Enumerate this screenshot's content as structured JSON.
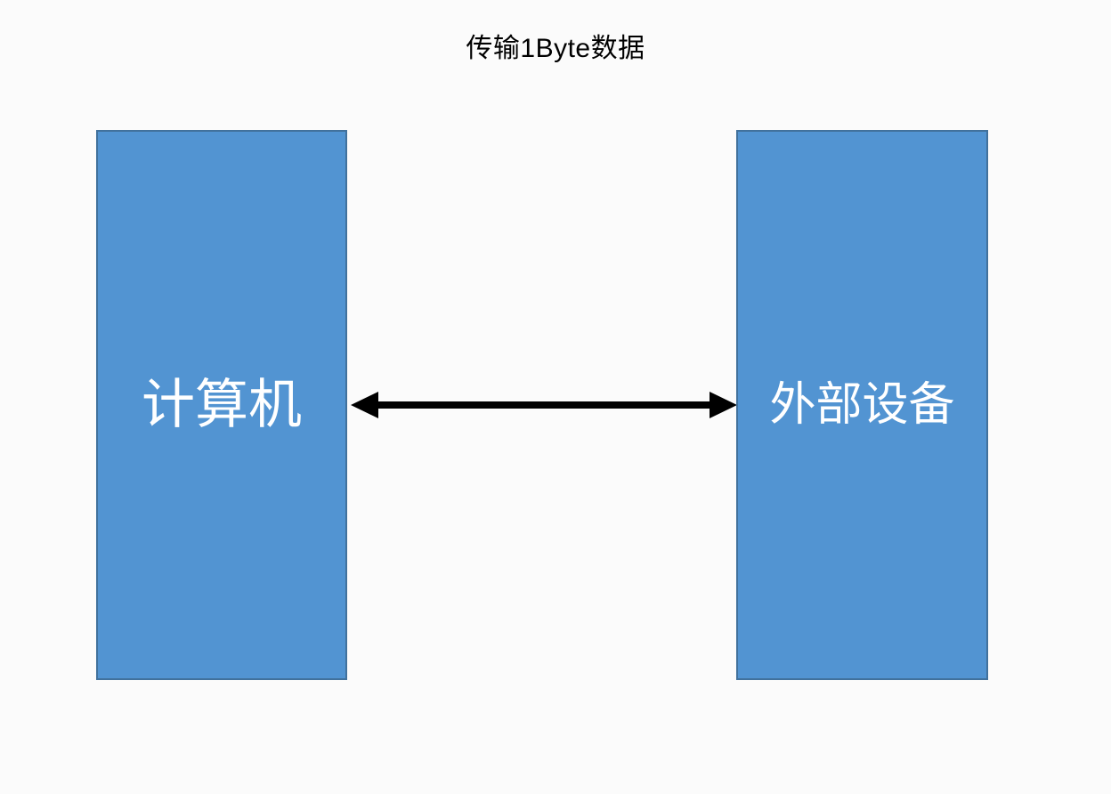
{
  "title": "传输1Byte数据",
  "nodes": {
    "left": {
      "label": "计算机"
    },
    "right": {
      "label": "外部设备"
    }
  },
  "connector": {
    "type": "double-headed-arrow",
    "from": "计算机",
    "to": "外部设备"
  },
  "colors": {
    "background": "#fbfbfb",
    "title_text": "#000000",
    "node_fill": "#5294d2",
    "node_border": "#41719c",
    "node_text": "#ffffff",
    "arrow": "#000000"
  }
}
